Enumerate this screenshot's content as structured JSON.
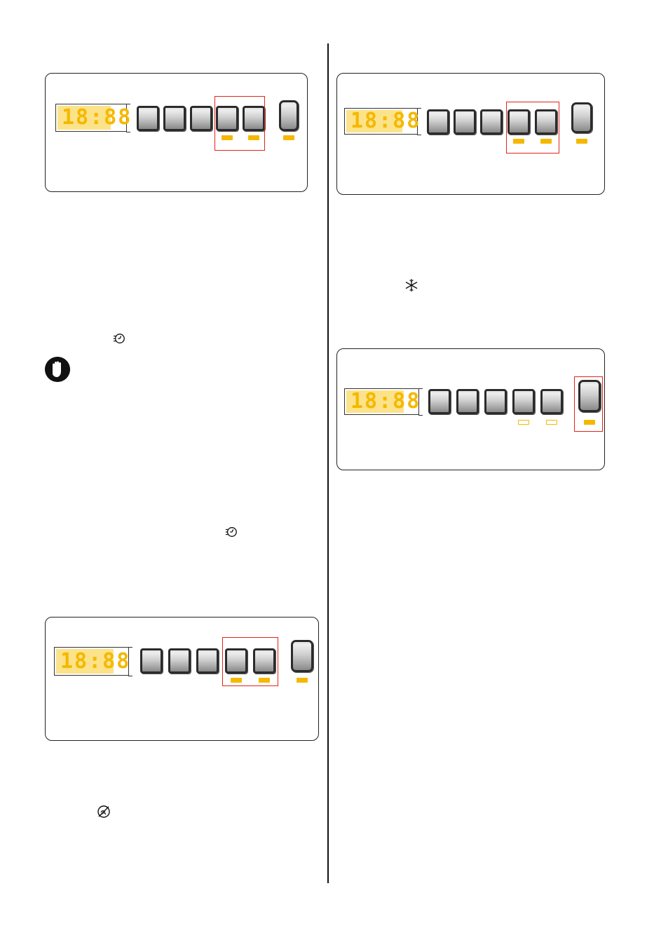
{
  "page": {
    "accent_color": "#f5b800",
    "highlight_color": "#e0251b",
    "icons": [
      "quick-wash-icon",
      "stop-hand-icon",
      "quick-wash-icon",
      "no-crease-icon",
      "snowflake-icon"
    ]
  },
  "panels": [
    {
      "display_text": "18:88"
    },
    {
      "display_text": "18:88"
    },
    {
      "display_text": "18:88"
    },
    {
      "display_text": "18:88"
    }
  ]
}
